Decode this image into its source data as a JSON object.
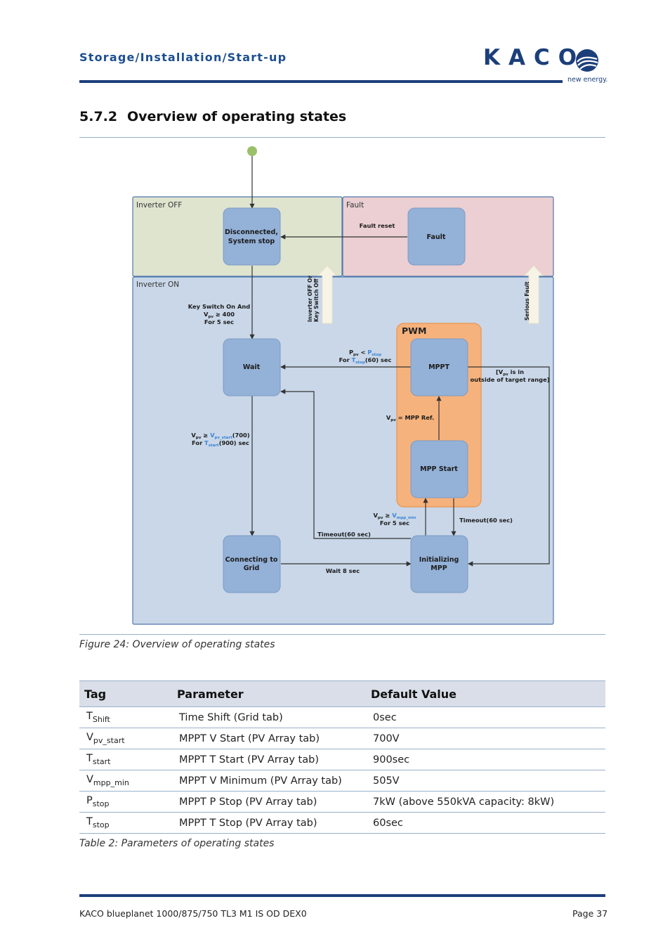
{
  "header": {
    "section_path": "Storage/Installation/Start-up",
    "logo_text": "KACO",
    "logo_tagline": "new energy."
  },
  "section": {
    "number": "5.7.2",
    "title": "Overview of operating states"
  },
  "diagram": {
    "regions": {
      "off": "Inverter OFF",
      "fault": "Fault",
      "on": "Inverter ON",
      "pwm": "PWM"
    },
    "states": {
      "disconnected_1": "Disconnected,",
      "disconnected_2": "System stop",
      "fault": "Fault",
      "wait": "Wait",
      "mppt": "MPPT",
      "mpp_start": "MPP Start",
      "connecting_1": "Connecting to",
      "connecting_2": "Grid",
      "init_1": "Initializing",
      "init_2": "MPP"
    },
    "labels": {
      "fault_reset": "Fault reset",
      "key_switch_1": "Key Switch On And",
      "key_switch_2a": "V",
      "key_switch_2_sub": "pv",
      "key_switch_2b": " ≥ 400",
      "key_switch_3": "For 5 sec",
      "inv_off_1": "Inverter OFF Or",
      "inv_off_2": "Key Switch Off",
      "serious_fault": "Serious Fault",
      "pstop_1a": "P",
      "pstop_1_sub": "pv",
      "pstop_1b": " < ",
      "pstop_1c": "P",
      "pstop_1c_sub": "stop",
      "pstop_2a": "For ",
      "pstop_2b": "T",
      "pstop_2b_sub": "stop",
      "pstop_2c": "(60) sec",
      "vpv_range_1": "[V",
      "vpv_range_1_sub": "pv",
      "vpv_range_1b": " is in",
      "vpv_range_2": "outside of target range]",
      "mpp_ref_a": "V",
      "mpp_ref_sub": "pv",
      "mpp_ref_b": " = MPP Ref.",
      "vstart_1a": "V",
      "vstart_1_sub": "pv",
      "vstart_1b": " ≥ ",
      "vstart_1c": "V",
      "vstart_1c_sub": "pv_start",
      "vstart_1d": "(700)",
      "vstart_2a": "For ",
      "vstart_2b": "T",
      "vstart_2b_sub": "start",
      "vstart_2c": "(900) sec",
      "vmpp_1a": "V",
      "vmpp_1_sub": "pv",
      "vmpp_1b": " ≥ ",
      "vmpp_1c": "V",
      "vmpp_1c_sub": "mpp_min",
      "vmpp_2": "For 5 sec",
      "timeout_right": "Timeout(60 sec)",
      "timeout_left": "Timeout(60 sec)",
      "wait_8": "Wait 8 sec"
    },
    "colors": {
      "off_bg": "#dfe4cf",
      "fault_bg": "#ebcfd2",
      "on_bg": "#c9d7e8",
      "pwm_bg": "#f6b27c",
      "state_fill": "#94b1d7",
      "border": "#4f78ad",
      "highlight": "#3c83d6",
      "start_dot": "#9ac06a"
    }
  },
  "figure_caption": "Figure 24:  Overview of operating states",
  "table": {
    "headers": [
      "Tag",
      "Parameter",
      "Default Value"
    ],
    "rows": [
      {
        "tag": "T",
        "sub": "Shift",
        "parameter": "Time Shift (Grid tab)",
        "value": "0sec"
      },
      {
        "tag": "V",
        "sub": "pv_start",
        "parameter": "MPPT V Start (PV Array tab)",
        "value": "700V"
      },
      {
        "tag": "T",
        "sub": "start",
        "parameter": "MPPT T Start (PV Array tab)",
        "value": "900sec"
      },
      {
        "tag": "V",
        "sub": "mpp_min",
        "parameter": "MPPT V Minimum (PV Array tab)",
        "value": "505V"
      },
      {
        "tag": "P",
        "sub": "stop",
        "parameter": "MPPT P Stop (PV Array tab)",
        "value": "7kW (above 550kVA capacity: 8kW)"
      },
      {
        "tag": "T",
        "sub": "stop",
        "parameter": "MPPT T Stop (PV Array tab)",
        "value": "60sec"
      }
    ]
  },
  "table_caption": "Table 2:  Parameters of operating states",
  "footer": {
    "product": "KACO blueplanet 1000/875/750 TL3 M1 IS OD DEX0",
    "page": "Page 37"
  }
}
